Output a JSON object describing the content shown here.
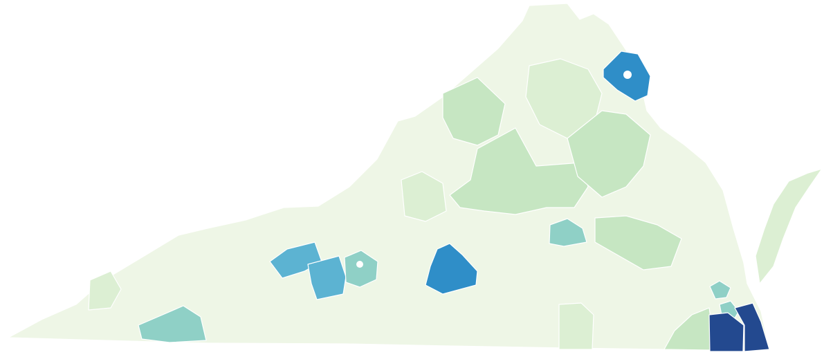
{
  "map": {
    "kind": "choropleth",
    "legend": null,
    "colors": {
      "background": "#ffffff",
      "level_1": "#eef6e6",
      "level_2": "#dcefd3",
      "level_3": "#c6e6c2",
      "level_4": "#8fd0c6",
      "level_5": "#5cb3d2",
      "level_6": "#2f8ec8",
      "level_7": "#23498f",
      "border": "#ffffff"
    },
    "regions": [
      {
        "id": "state-base",
        "level": "level_1"
      },
      {
        "id": "northern-virginia-county",
        "level": "level_6"
      },
      {
        "id": "central-virginia-county",
        "level": "level_6"
      },
      {
        "id": "roanoke-area-county-west",
        "level": "level_5"
      },
      {
        "id": "roanoke-area-county-east",
        "level": "level_5"
      },
      {
        "id": "lynchburg-area-county",
        "level": "level_4"
      },
      {
        "id": "southwest-county",
        "level": "level_4"
      },
      {
        "id": "richmond-area-county",
        "level": "level_4"
      },
      {
        "id": "hampton-roads-city-north",
        "level": "level_4"
      },
      {
        "id": "hampton-roads-city-south",
        "level": "level_4"
      },
      {
        "id": "southeast-city-west",
        "level": "level_7"
      },
      {
        "id": "southeast-city-east",
        "level": "level_7"
      },
      {
        "id": "shenandoah-county",
        "level": "level_3"
      },
      {
        "id": "piedmont-county",
        "level": "level_3"
      },
      {
        "id": "northern-piedmont-county",
        "level": "level_3"
      },
      {
        "id": "tidewater-county",
        "level": "level_3"
      },
      {
        "id": "southside-county",
        "level": "level_3"
      },
      {
        "id": "blue-ridge-county",
        "level": "level_2"
      },
      {
        "id": "northern-tier-county",
        "level": "level_2"
      },
      {
        "id": "eastern-shore-county",
        "level": "level_2"
      },
      {
        "id": "southwest-tail-county",
        "level": "level_2"
      },
      {
        "id": "south-central-county",
        "level": "level_2"
      }
    ]
  }
}
